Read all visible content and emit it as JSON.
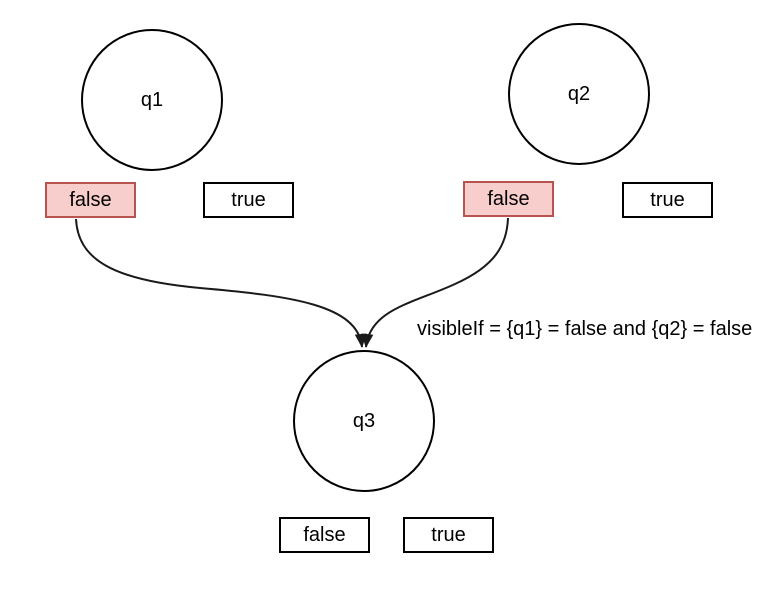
{
  "diagram": {
    "nodes": [
      {
        "id": "q1",
        "label": "q1"
      },
      {
        "id": "q2",
        "label": "q2"
      },
      {
        "id": "q3",
        "label": "q3"
      }
    ],
    "option_labels": {
      "false": "false",
      "true": "true"
    },
    "selected_options": [
      "q1=false",
      "q2=false"
    ],
    "annotation": "visibleIf = {q1} = false and {q2} = false",
    "colors": {
      "canvas_background": "#ffffff",
      "shape_stroke": "#000000",
      "edge_stroke": "#1a1a1a",
      "selected_fill": "#f8cecc",
      "selected_stroke": "#b85450"
    }
  }
}
